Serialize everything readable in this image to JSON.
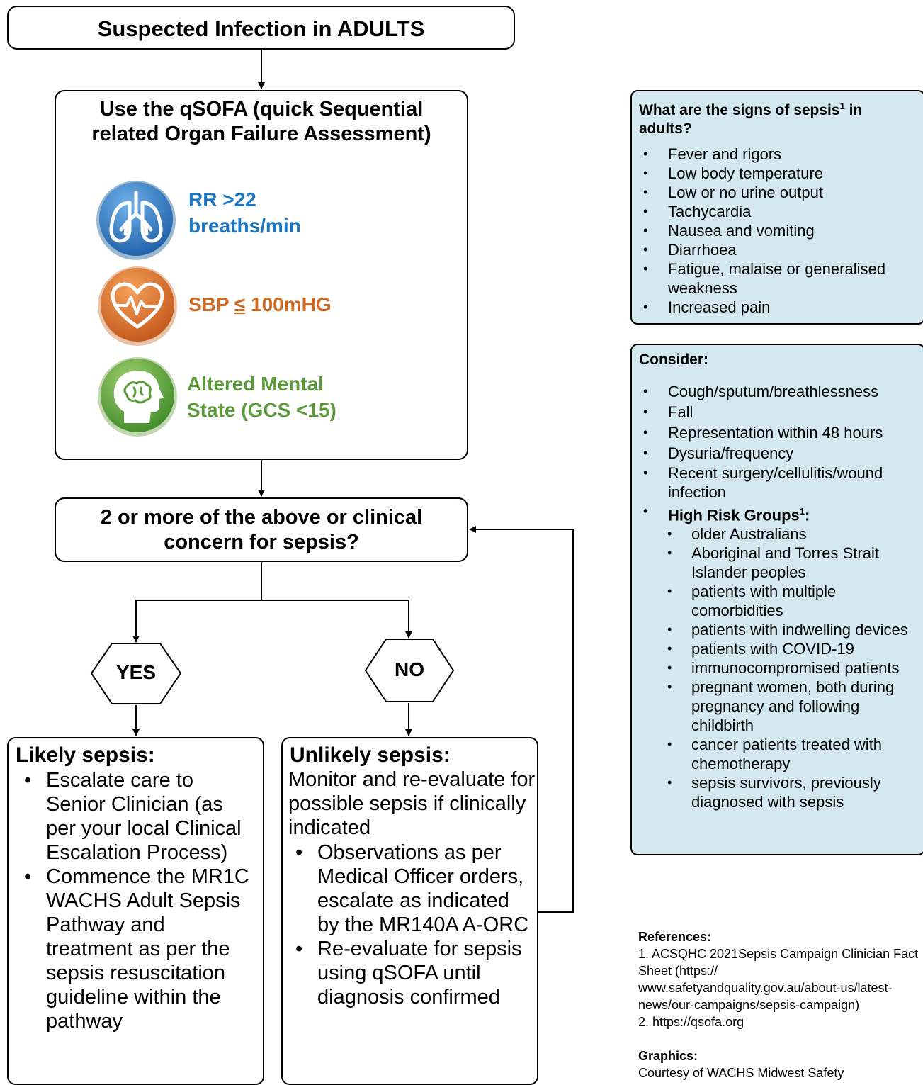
{
  "header": {
    "title": "Suspected Infection in ADULTS"
  },
  "qsofa": {
    "title_line1": "Use the qSOFA (quick Sequential",
    "title_line2": "related Organ Failure Assessment)",
    "criteria": [
      {
        "icon": "lungs-icon",
        "line1": "RR >22",
        "line2": "breaths/min",
        "color": "#1a76c2"
      },
      {
        "icon": "heart-icon",
        "prefix": "SBP ",
        "symbol": "≤",
        "suffix": " 100mHG",
        "color": "#cc6a24"
      },
      {
        "icon": "brain-head-icon",
        "line1": "Altered Mental",
        "line2": "State (GCS <15)",
        "color": "#5b9a3a"
      }
    ]
  },
  "decision": {
    "line1": "2 or more of the above or clinical",
    "line2": "concern for sepsis?",
    "yes_label": "YES",
    "no_label": "NO"
  },
  "likely": {
    "heading": "Likely sepsis:",
    "bullets": [
      "Escalate care to Senior Clinician (as per your local Clinical Escalation Process)",
      "Commence the MR1C WACHS Adult Sepsis Pathway and treatment as per the sepsis resuscitation guideline within the pathway"
    ]
  },
  "unlikely": {
    "heading": "Unlikely sepsis:",
    "intro": "Monitor and re-evaluate for possible sepsis if clinically indicated",
    "bullets": [
      "Observations as per Medical Officer orders, escalate as indicated by the MR140A A-ORC",
      "Re-evaluate for sepsis using qSOFA until diagnosis confirmed"
    ]
  },
  "signs_panel": {
    "heading_prefix": "What are the signs of sepsis",
    "heading_sup": "1",
    "heading_suffix": " in",
    "heading_line2": "adults?",
    "items": [
      "Fever and rigors",
      "Low body temperature",
      "Low or no urine output",
      "Tachycardia",
      "Nausea and vomiting",
      "Diarrhoea",
      "Fatigue, malaise or generalised weakness",
      "Increased pain"
    ]
  },
  "consider_panel": {
    "heading": "Consider:",
    "items": [
      "Cough/sputum/breathlessness",
      "Fall",
      "Representation within 48 hours",
      "Dysuria/frequency",
      "Recent surgery/cellulitis/wound infection"
    ],
    "high_risk_label": "High Risk Groups",
    "high_risk_sup": "1",
    "high_risk_colon": ":",
    "high_risk_items": [
      "older Australians",
      "Aboriginal and Torres Strait Islander peoples",
      "patients with multiple comorbidities",
      "patients with indwelling devices",
      "patients with COVID-19",
      "immunocompromised patients",
      "pregnant women, both during pregnancy and following childbirth",
      "cancer patients treated with chemotherapy",
      "sepsis survivors, previously diagnosed with sepsis"
    ]
  },
  "references": {
    "heading": "References:",
    "ref1": "1. ACSQHC 2021Sepsis Campaign Clinician Fact Sheet (https:// www.safetyandquality.gov.au/about-us/latest-news/our-campaigns/sepsis-campaign)",
    "ref2": "2. https://qsofa.org",
    "graphics_heading": "Graphics:",
    "graphics_text": "Courtesy of WACHS Midwest Safety"
  },
  "bullet_char": "•"
}
